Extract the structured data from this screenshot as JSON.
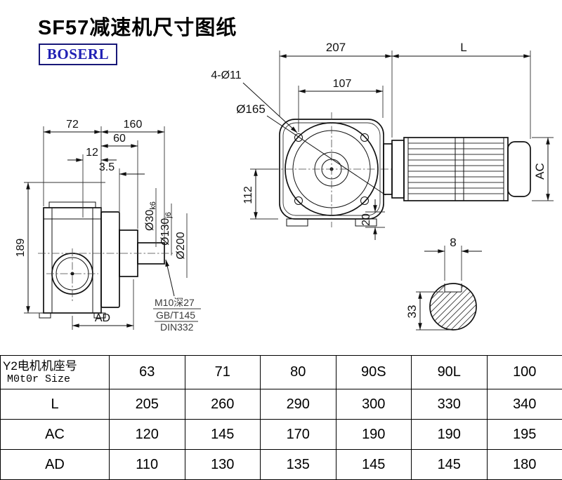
{
  "page": {
    "title": "SF57减速机尺寸图纸",
    "logo": "BOSERL"
  },
  "side_view": {
    "d72": "72",
    "d160": "160",
    "d60": "60",
    "d12": "12",
    "d3_5": "3.5",
    "d189": "189",
    "dAD": "AD",
    "shaft_dia_main": "Ø30",
    "shaft_dia_tol": "k6",
    "spigot_dia_main": "Ø130",
    "spigot_dia_tol": "j6",
    "flange_dia": "Ø200",
    "tap_thread": "M10深27",
    "tap_std_gb": "GB/T145",
    "tap_std_din": "DIN332"
  },
  "front_view": {
    "d207": "207",
    "dL": "L",
    "holes_note": "4-Ø11",
    "d107": "107",
    "flange_circle_dia": "Ø165",
    "d112": "112",
    "dAC": "AC",
    "d20": "20"
  },
  "shaft_section": {
    "key_width": "8",
    "depth": "33"
  },
  "table": {
    "motor_label_cn": "Y2电机机座号",
    "motor_label_en": "M0t0r Size",
    "sizes": [
      "63",
      "71",
      "80",
      "90S",
      "90L",
      "100"
    ],
    "rows": [
      {
        "label": "L",
        "values": [
          "205",
          "260",
          "290",
          "300",
          "330",
          "340"
        ]
      },
      {
        "label": "AC",
        "values": [
          "120",
          "145",
          "170",
          "190",
          "190",
          "195"
        ]
      },
      {
        "label": "AD",
        "values": [
          "110",
          "130",
          "135",
          "145",
          "145",
          "180"
        ]
      }
    ]
  }
}
